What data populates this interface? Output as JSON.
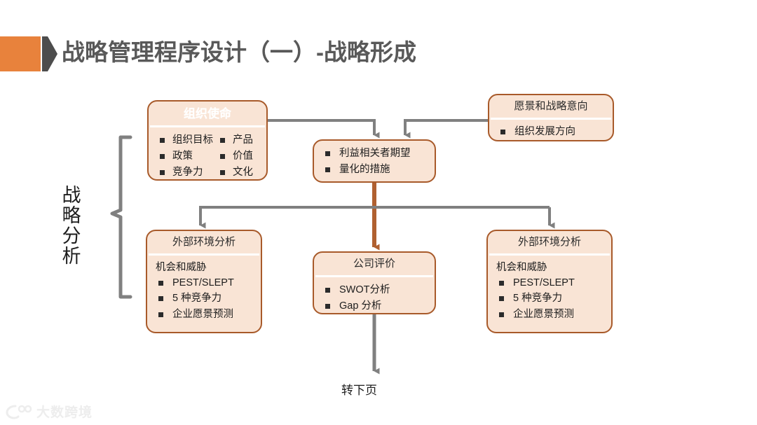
{
  "header": {
    "title": "战略管理程序设计（一）-战略形成",
    "accent_color": "#e8823c",
    "arrow_color": "#4d4d4d",
    "title_color": "#595959"
  },
  "theme": {
    "box_fill": "#f9e4d5",
    "box_border": "#a85a2a",
    "connector_gray": "#808080",
    "connector_brown": "#b06030",
    "divider": "#ffffff"
  },
  "side_label": {
    "text": "战略分析",
    "brace_icon": "curly-brace-icon"
  },
  "nodes": {
    "mission": {
      "title": "组织使命",
      "col_left": [
        "组织目标",
        "政策",
        "竞争力"
      ],
      "col_right": [
        "产品",
        "价值",
        "文化"
      ]
    },
    "vision": {
      "title": "愿景和战略意向",
      "items": [
        "组织发展方向"
      ]
    },
    "stakeholder": {
      "items": [
        "利益相关者期望",
        "量化的措施"
      ]
    },
    "external_left": {
      "title": "外部环境分析",
      "lead": "机会和威胁",
      "items": [
        "PEST/SLEPT",
        "5 种竞争力",
        "企业愿景预测"
      ]
    },
    "company": {
      "title": "公司评价",
      "items": [
        "SWOT分析",
        "Gap 分析"
      ]
    },
    "external_right": {
      "title": "外部环境分析",
      "lead": "机会和威胁",
      "items": [
        "PEST/SLEPT",
        "5 种竞争力",
        "企业愿景预测"
      ]
    }
  },
  "footer": {
    "next_page": "转下页"
  },
  "watermark": {
    "text": "大数跨境",
    "logo_icon": "brand-logo-icon"
  }
}
